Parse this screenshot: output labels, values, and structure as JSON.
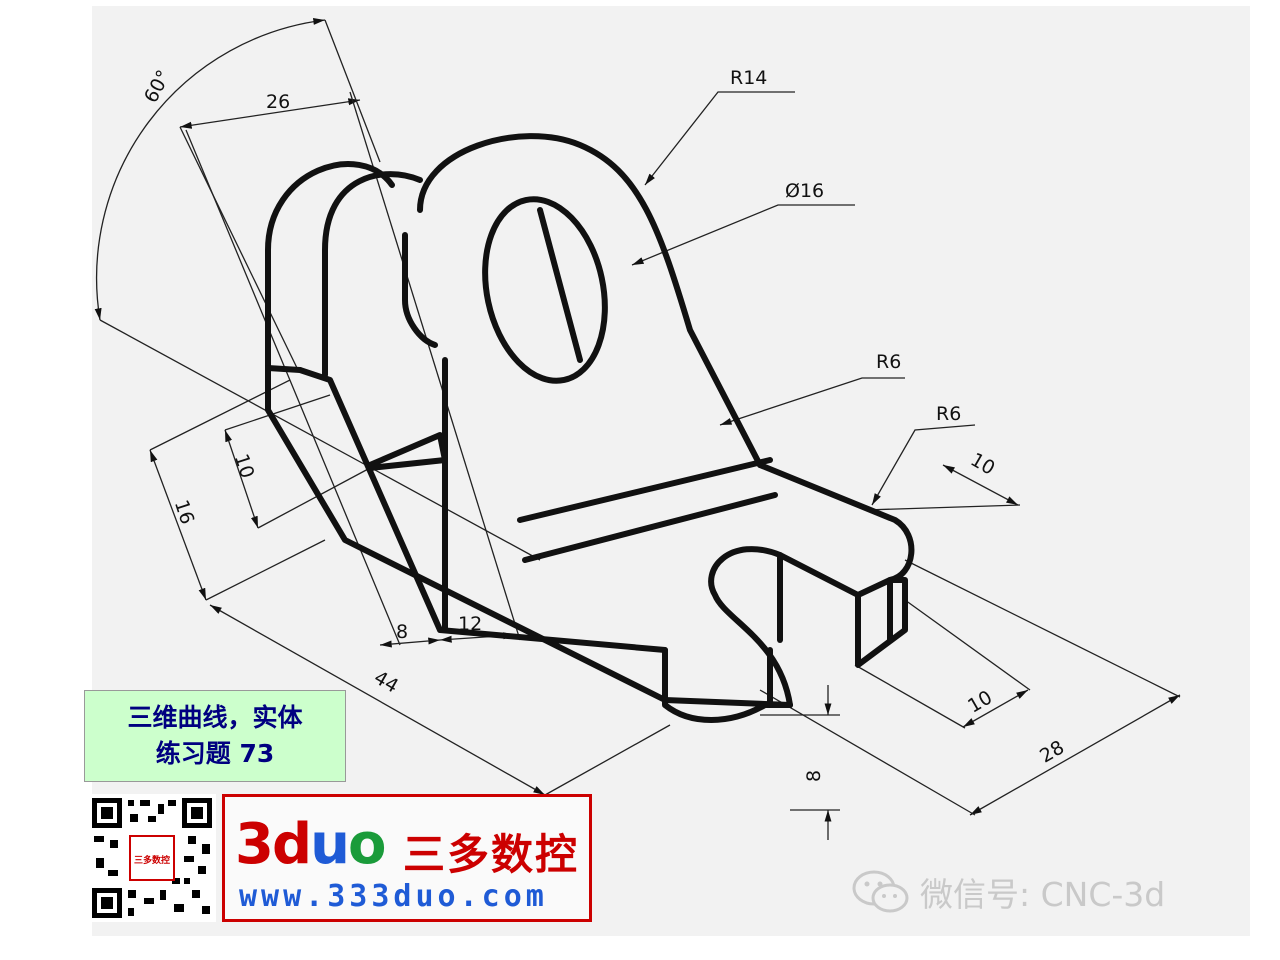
{
  "dimensions": {
    "angle": "60°",
    "d26": "26",
    "r14": "R14",
    "dia16": "Ø16",
    "r6_a": "R6",
    "r6_b": "R6",
    "d10_right": "10",
    "d10_left": "10",
    "d16": "16",
    "d8_bottom": "8",
    "d12": "12",
    "d44": "44",
    "d10_lower": "10",
    "d28": "28",
    "d8_right": "8"
  },
  "title_box": {
    "line1": "三维曲线，实体",
    "line2": "练习题 73"
  },
  "logo": {
    "brand_3": "3",
    "brand_d": "d",
    "brand_u": "u",
    "brand_o": "o",
    "brand_cn": "三多数控",
    "url": "www.333duo.com",
    "qr_badge": "三多数控"
  },
  "watermark": {
    "text": "微信号: CNC-3d",
    "icon": "wechat-icon"
  },
  "colors": {
    "title_bg": "#ccffcc",
    "title_text": "#000080",
    "logo_red": "#cc0000",
    "logo_blue": "#1f5bd6",
    "logo_green": "#1a9b3a"
  }
}
